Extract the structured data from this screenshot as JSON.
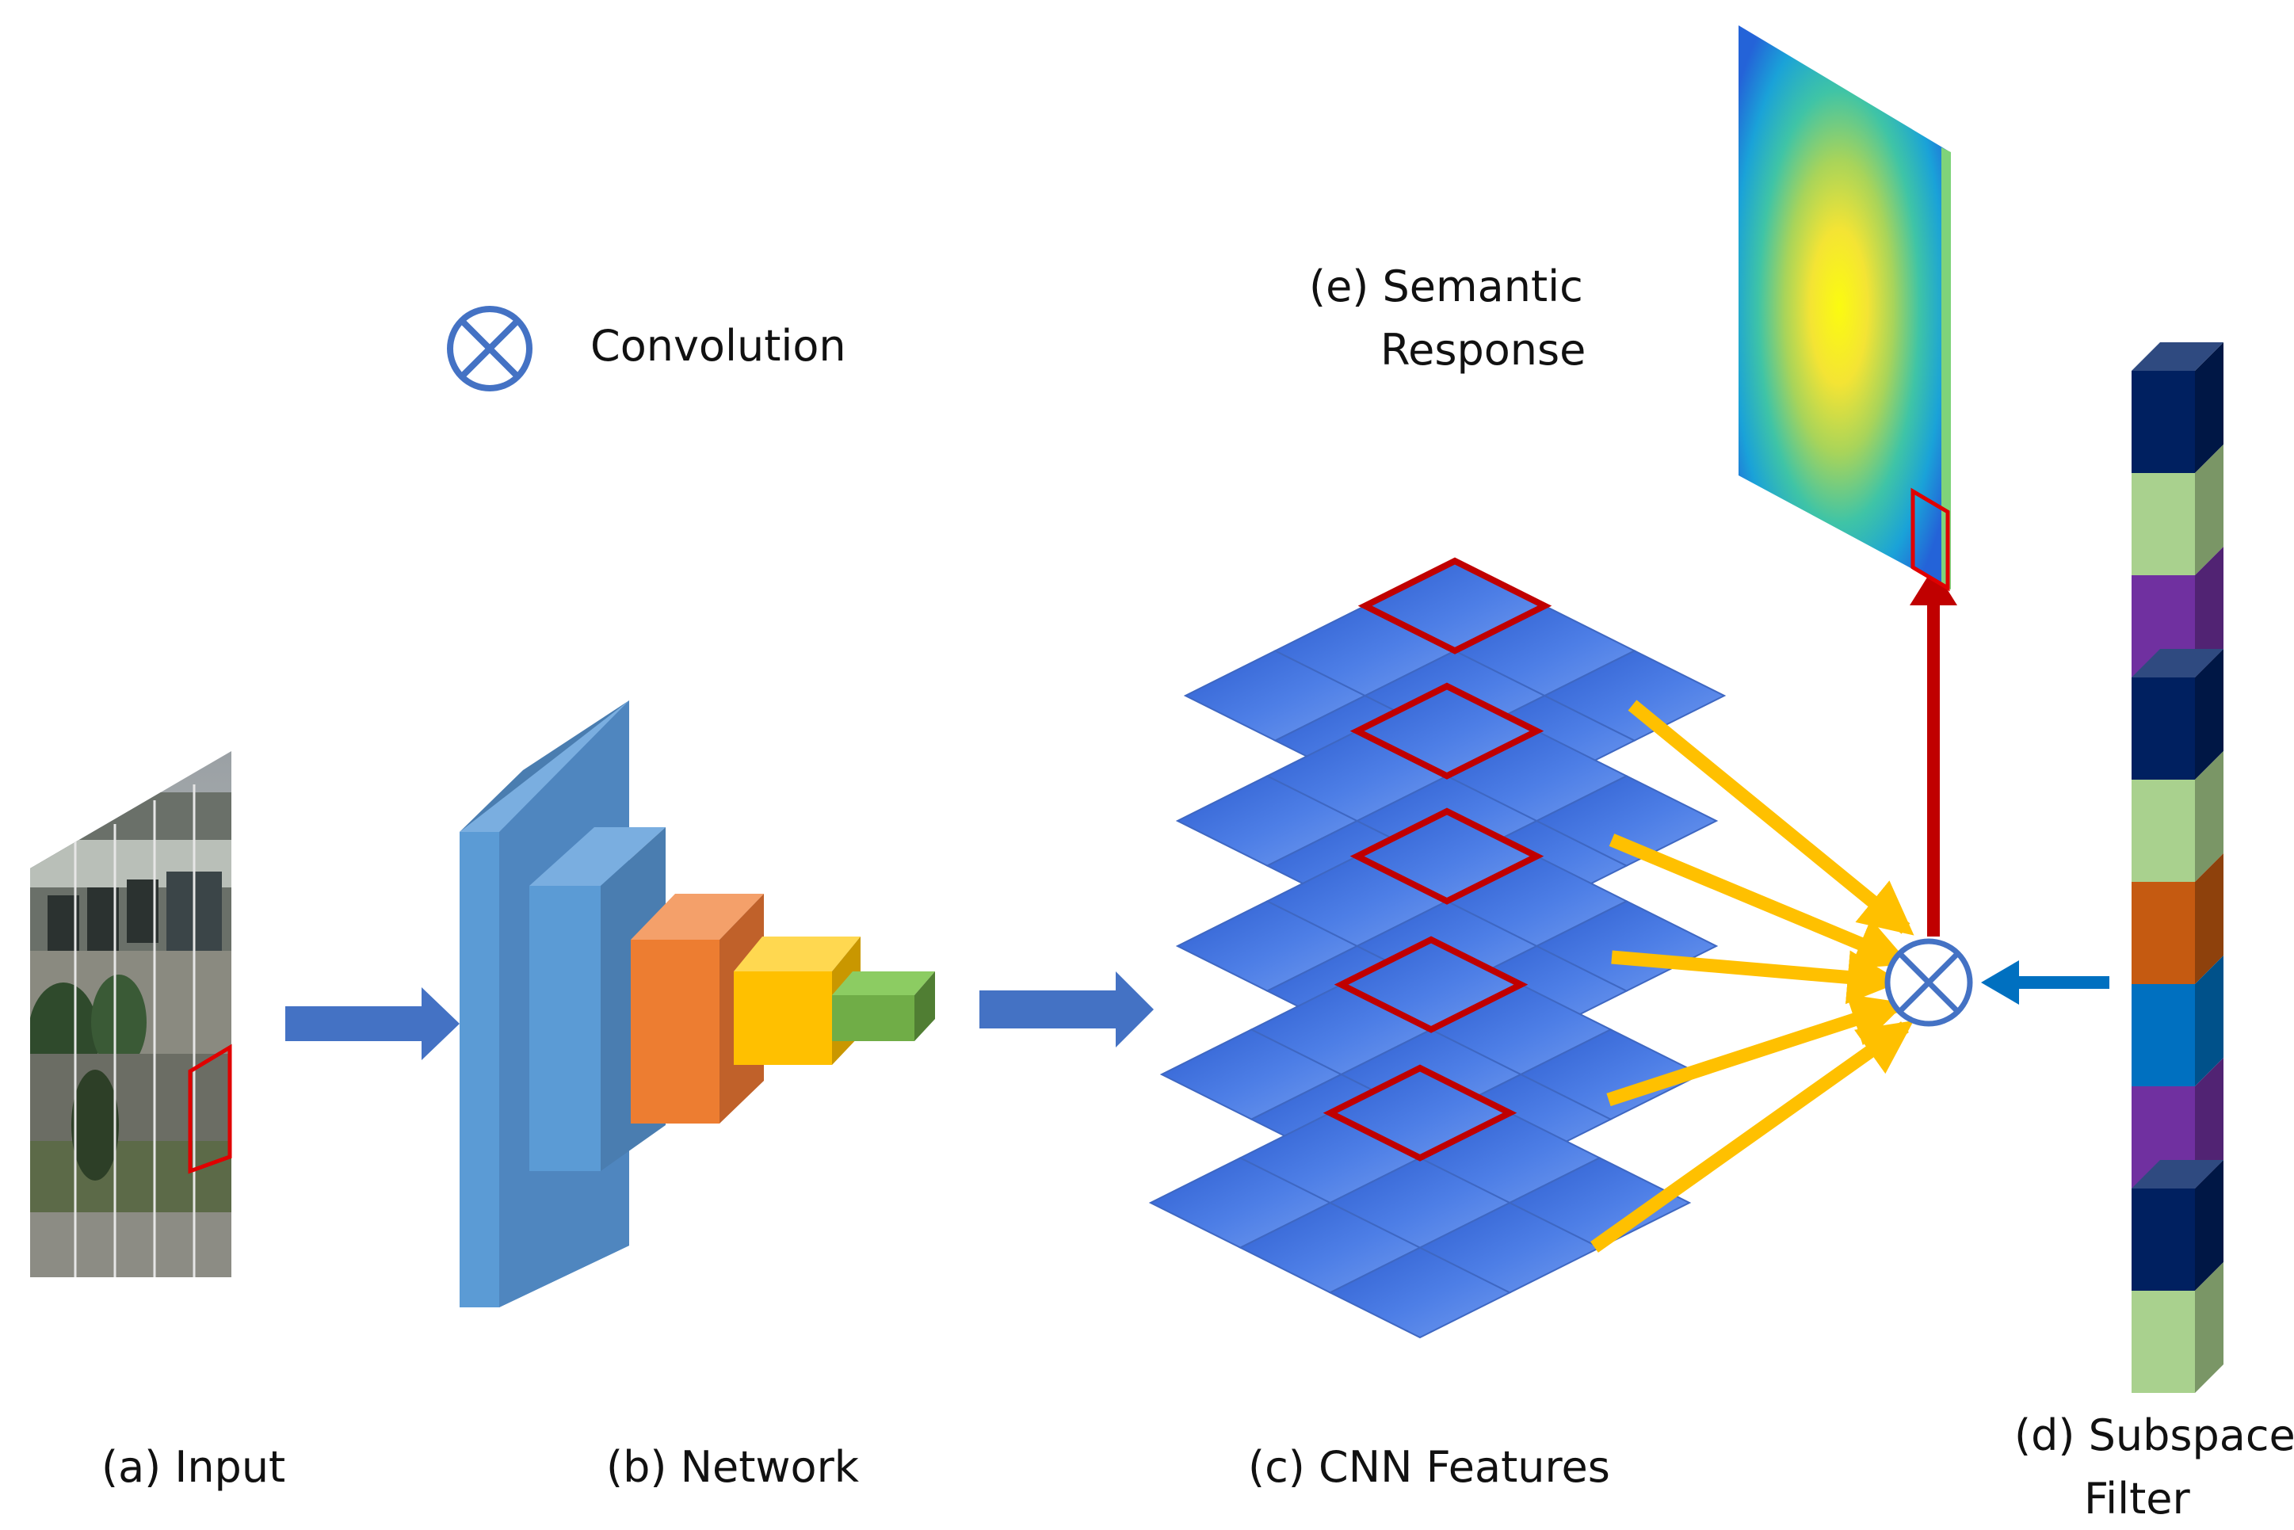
{
  "legend": {
    "symbol": "convolution-operator",
    "label": "Convolution"
  },
  "labels": {
    "input": "(a) Input",
    "network": "(b) Network",
    "cnn_features": "(c) CNN Features",
    "subspace_filter_line1": "(d) Subspace",
    "subspace_filter_line2": "Filter",
    "semantic_response_line1": "(e) Semantic",
    "semantic_response_line2": "Response"
  },
  "colors": {
    "flow_arrow": "#4472c4",
    "feature_arrow": "#ffc000",
    "response_arrow": "#c00000",
    "filter_arrow": "#0070c0",
    "selection_box": "#c00000",
    "feature_tile": "#4472c4",
    "network_block_1": "#5b9bd5",
    "network_block_2": "#ed7d31",
    "network_block_3": "#ffc000",
    "network_block_4": "#70ad47"
  },
  "feature_layers": 5,
  "filter_segments": [
    "#002060",
    "#a9d18e",
    "#7030a0",
    "#002060",
    "#a9d18e",
    "#c55a11",
    "#0070c0",
    "#7030a0",
    "#002060",
    "#a9d18e"
  ]
}
